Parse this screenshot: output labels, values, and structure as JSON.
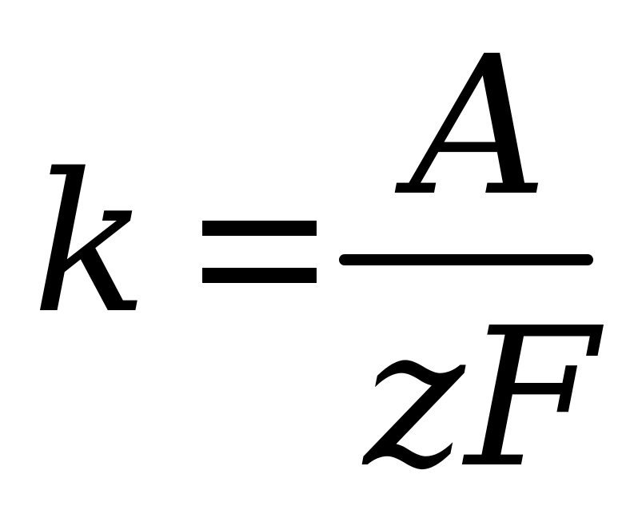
{
  "formula": {
    "lhs": "k",
    "numerator": "A",
    "denominator": "zF"
  }
}
